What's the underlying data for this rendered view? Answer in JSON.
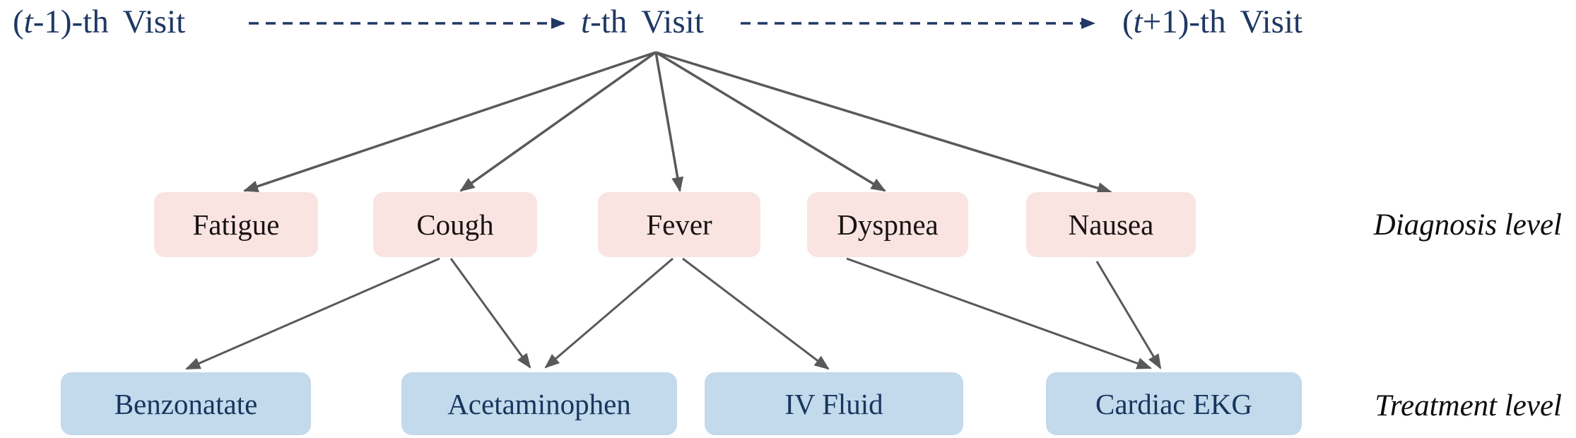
{
  "figure": {
    "description": "Visit-level hierarchical diagram: t-th visit fans out to diagnosis nodes, diagnoses link to treatment nodes"
  },
  "colors": {
    "timeline_navy": "#1f3864",
    "edge_gray": "#595959",
    "diagnosis_fill": "#f9e4e2",
    "diagnosis_text": "#181212",
    "treatment_fill": "#c3d9ec",
    "treatment_text": "#17365d",
    "level_label_text": "#0d0d0d",
    "background": "#ffffff"
  },
  "timeline": {
    "visits": [
      {
        "parts": [
          "(",
          "t",
          "-1)-th  Visit"
        ]
      },
      {
        "parts": [
          "",
          "t",
          "-th  Visit"
        ]
      },
      {
        "parts": [
          "(",
          "t",
          "+1)-th  Visit"
        ]
      }
    ],
    "arrows": [
      {
        "from": "(t-1)-th Visit",
        "to": "t-th Visit",
        "style": "dashed"
      },
      {
        "from": "t-th Visit",
        "to": "(t+1)-th Visit",
        "style": "dashed"
      }
    ]
  },
  "diagnoses": [
    "Fatigue",
    "Cough",
    "Fever",
    "Dyspnea",
    "Nausea"
  ],
  "treatments": [
    "Benzonatate",
    "Acetaminophen",
    "IV Fluid",
    "Cardiac EKG"
  ],
  "levels": {
    "diagnosis": "Diagnosis level",
    "treatment": "Treatment level"
  },
  "edges": {
    "visit_to_diagnosis": [
      {
        "from": "t-th Visit",
        "to": "Fatigue"
      },
      {
        "from": "t-th Visit",
        "to": "Cough"
      },
      {
        "from": "t-th Visit",
        "to": "Fever"
      },
      {
        "from": "t-th Visit",
        "to": "Dyspnea"
      },
      {
        "from": "t-th Visit",
        "to": "Nausea"
      }
    ],
    "diagnosis_to_treatment": [
      {
        "from": "Cough",
        "to": "Benzonatate"
      },
      {
        "from": "Cough",
        "to": "Acetaminophen"
      },
      {
        "from": "Fever",
        "to": "Acetaminophen"
      },
      {
        "from": "Fever",
        "to": "IV Fluid"
      },
      {
        "from": "Dyspnea",
        "to": "Cardiac EKG"
      },
      {
        "from": "Nausea",
        "to": "Cardiac EKG"
      }
    ]
  }
}
